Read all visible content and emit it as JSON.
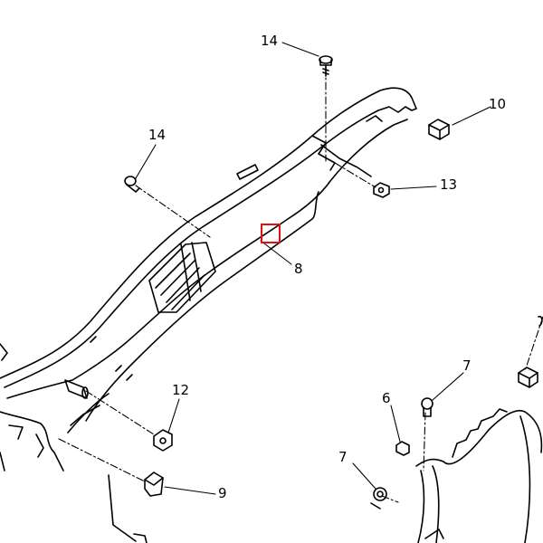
{
  "callouts": {
    "c14_top": "14",
    "c14_left": "14",
    "c10": "10",
    "c13": "13",
    "c8": "8",
    "c12": "12",
    "c9": "9",
    "c7_upper": "7",
    "c6": "6",
    "c7_lower": "7"
  },
  "colors": {
    "line": "#000000",
    "highlight": "#e01010",
    "background": "#ffffff"
  }
}
